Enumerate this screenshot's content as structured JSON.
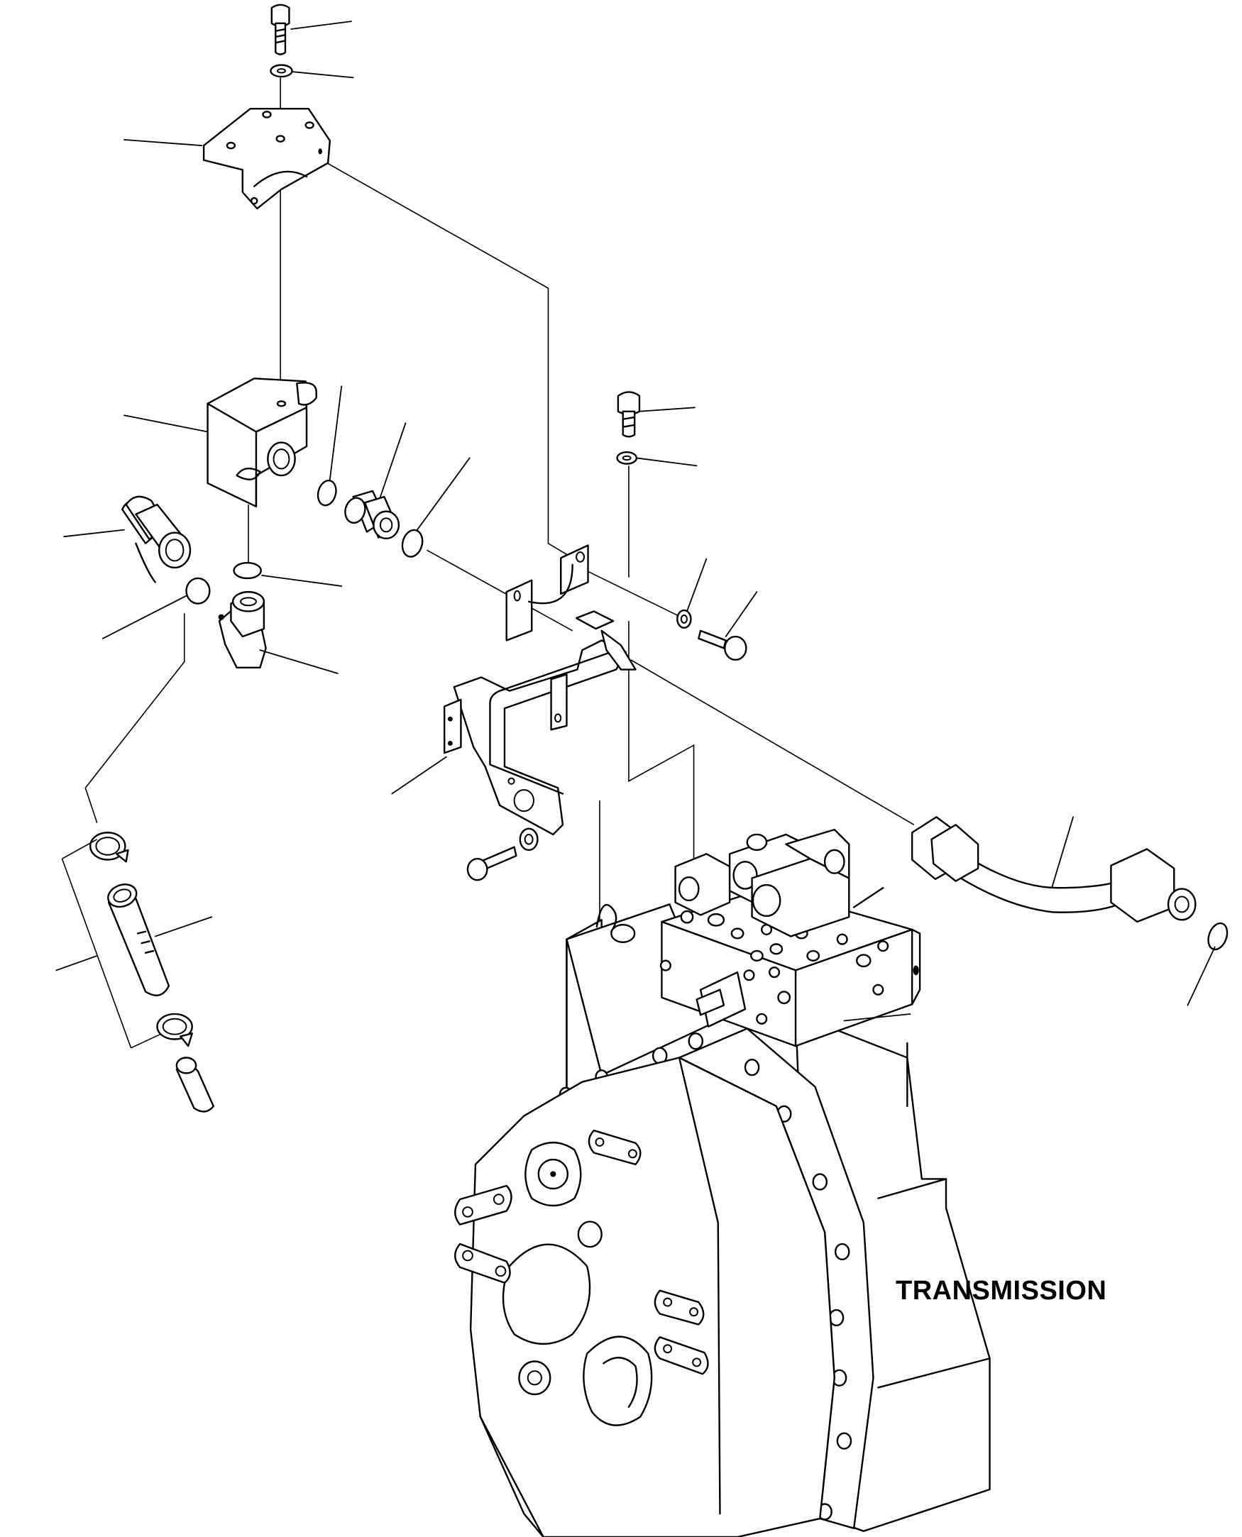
{
  "labels": {
    "transmission": "TRANSMISSION"
  },
  "parts": [
    {
      "name": "bolt"
    },
    {
      "name": "washer"
    },
    {
      "name": "mounting-bracket"
    },
    {
      "name": "valve-block"
    },
    {
      "name": "o-ring"
    },
    {
      "name": "connector"
    },
    {
      "name": "elbow-fitting"
    },
    {
      "name": "hose-clamp"
    },
    {
      "name": "hose"
    },
    {
      "name": "support-bracket"
    },
    {
      "name": "control-valve"
    },
    {
      "name": "tube-assembly"
    },
    {
      "name": "transmission-housing"
    }
  ],
  "colors": {
    "line": "#000000",
    "background": "#ffffff"
  }
}
